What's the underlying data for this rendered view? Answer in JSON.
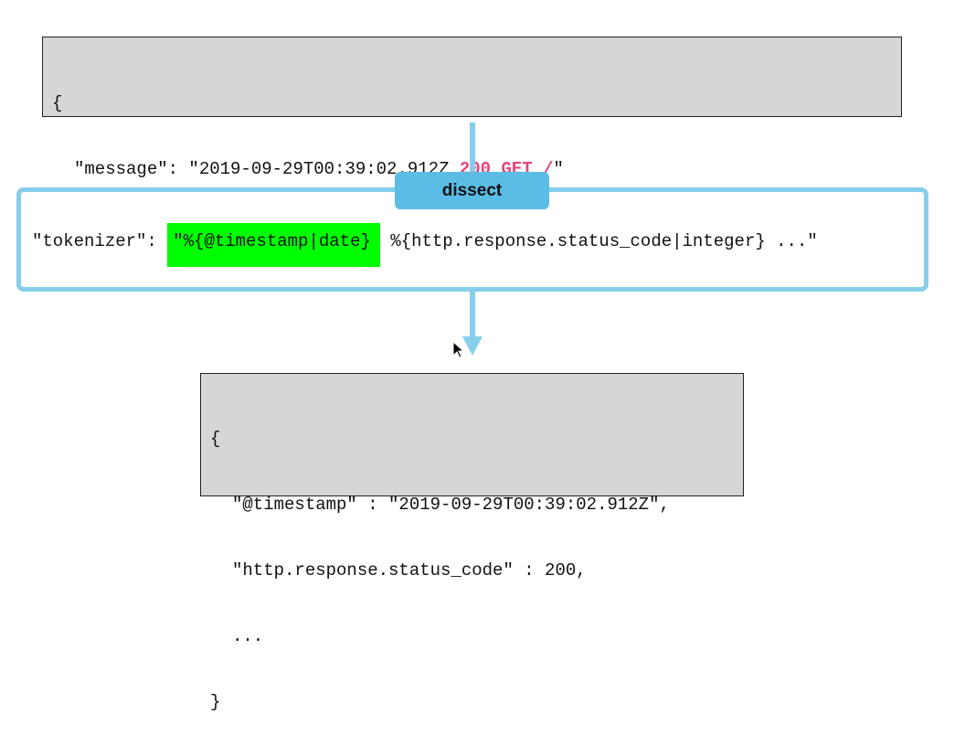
{
  "input": {
    "open_brace": "{",
    "key": "\"message\": \"2019-09-29T00:39:02.912Z ",
    "highlight_status": "200",
    "highlight_method": "GET",
    "highlight_path": "/",
    "end_quote": "\"",
    "close_brace": "}"
  },
  "processor": {
    "name": "dissect",
    "tokenizer_prefix": "\"tokenizer\": ",
    "tokenizer_highlight": "\"%{@timestamp|date}",
    "tokenizer_rest": " %{http.response.status_code|integer} ...\""
  },
  "output": {
    "open_brace": "{",
    "line1": "\"@timestamp\" : \"2019-09-29T00:39:02.912Z\",",
    "line2": "\"http.response.status_code\" : 200,",
    "line3": "...",
    "close_brace": "}"
  },
  "colors": {
    "code_bg": "#d6d6d6",
    "connector": "#87ceeb",
    "tab": "#5bbde6",
    "highlight_text": "#e8427a",
    "tokenizer_highlight_bg": "#00ff00"
  },
  "icons": {
    "cursor": "mouse-pointer-icon"
  }
}
